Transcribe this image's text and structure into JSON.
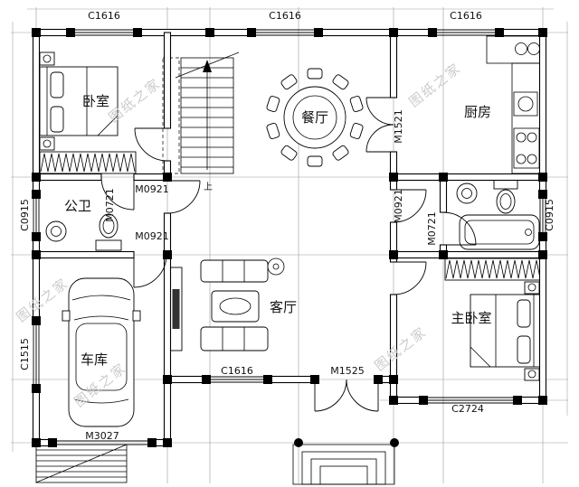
{
  "plan": {
    "watermark": "图纸之家",
    "stair_up": "上",
    "rooms": {
      "bedroom": "卧室",
      "dining": "餐厅",
      "kitchen": "厨房",
      "bathroom": "公卫",
      "living": "客厅",
      "garage": "车库",
      "master_bedroom": "主卧室"
    },
    "openings": {
      "top_window_left": "C1616",
      "top_window_center": "C1616",
      "top_window_right": "C1616",
      "left_window_upper": "C0915",
      "left_window_lower": "C1515",
      "right_window_upper": "C0915",
      "kitchen_door": "M1521",
      "hall_door_upper": "M0921",
      "hall_door_lower": "M0921",
      "bath_door_left": "M0721",
      "hall_door_right": "M0921",
      "bath_door_right": "M0721",
      "living_window": "C1616",
      "entry_door": "M1525",
      "master_window": "C2724",
      "garage_door": "M3027"
    }
  }
}
